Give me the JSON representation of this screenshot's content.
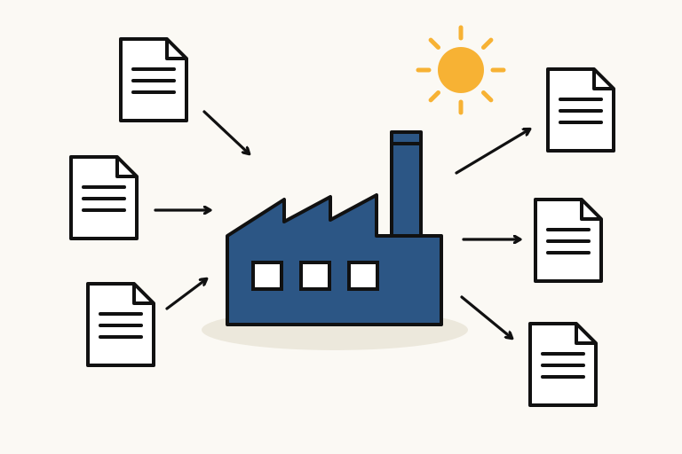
{
  "colors": {
    "background": "#FBF9F4",
    "factory_fill": "#2C5685",
    "outline": "#111111",
    "paper": "#FFFFFF",
    "sun": "#F7B234",
    "ground_shadow": "#ECE8DC"
  },
  "diagram": {
    "central_node": {
      "icon": "factory-icon",
      "windows": 3,
      "smokestacks": 1
    },
    "inputs": [
      {
        "icon": "document-icon",
        "arrow_direction": "down-right"
      },
      {
        "icon": "document-icon",
        "arrow_direction": "right"
      },
      {
        "icon": "document-icon",
        "arrow_direction": "up-right"
      }
    ],
    "outputs": [
      {
        "icon": "document-icon",
        "arrow_direction": "up-right"
      },
      {
        "icon": "document-icon",
        "arrow_direction": "right"
      },
      {
        "icon": "document-icon",
        "arrow_direction": "down-right"
      }
    ],
    "decoration": {
      "icon": "sun-icon"
    }
  }
}
